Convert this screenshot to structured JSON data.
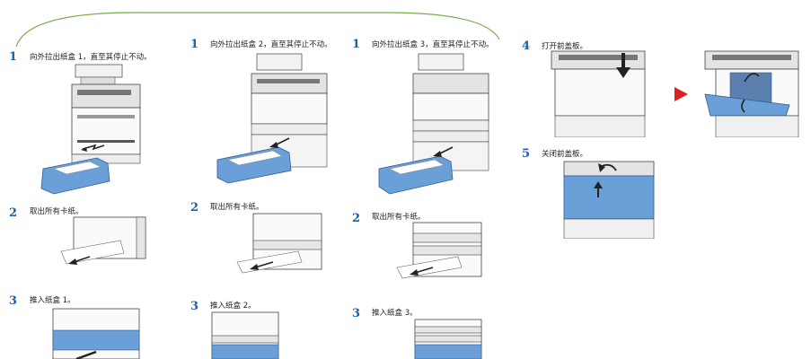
{
  "colors": {
    "step_number": "#1f5fa8",
    "tray_blue": "#6a9fd8",
    "arc_green": "#7aab4a",
    "arrow_red": "#e02020"
  },
  "col1": {
    "s1": {
      "num": "1",
      "text": "向外拉出纸盒 1，直至其停止不动。"
    },
    "s2": {
      "num": "2",
      "text": "取出所有卡纸。"
    },
    "s3": {
      "num": "3",
      "text": "推入纸盒 1。"
    }
  },
  "col2": {
    "s1": {
      "num": "1",
      "text": "向外拉出纸盒 2，直至其停止不动。"
    },
    "s2": {
      "num": "2",
      "text": "取出所有卡纸。"
    },
    "s3": {
      "num": "3",
      "text": "推入纸盒 2。"
    }
  },
  "col3": {
    "s1": {
      "num": "1",
      "text": "向外拉出纸盒 3，直至其停止不动。"
    },
    "s2": {
      "num": "2",
      "text": "取出所有卡纸。"
    },
    "s3": {
      "num": "3",
      "text": "推入纸盒 3。"
    }
  },
  "col4": {
    "s4": {
      "num": "4",
      "text": "打开前盖板。"
    },
    "s5": {
      "num": "5",
      "text": "关闭前盖板。"
    }
  }
}
